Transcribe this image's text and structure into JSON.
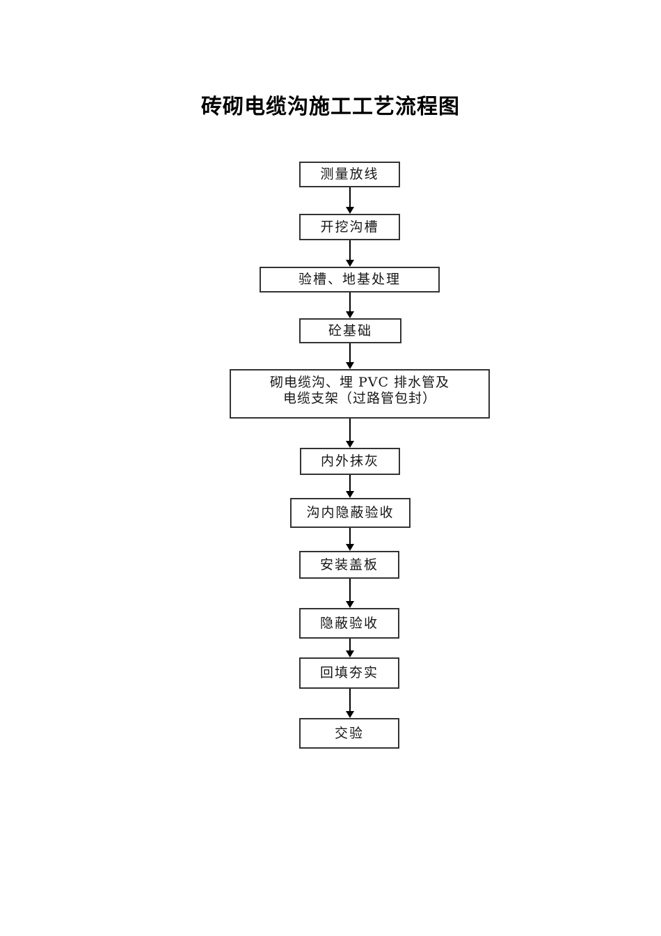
{
  "title": "砖砌电缆沟施工工艺流程图",
  "flowchart": {
    "steps": [
      {
        "label": "测量放线"
      },
      {
        "label": "开挖沟槽"
      },
      {
        "label": "验槽、地基处理"
      },
      {
        "label": "砼基础"
      },
      {
        "label": "砌电缆沟、埋 PVC 排水管及",
        "label2": "电缆支架（过路管包封）"
      },
      {
        "label": "内外抹灰"
      },
      {
        "label": "沟内隐蔽验收"
      },
      {
        "label": "安装盖板"
      },
      {
        "label": "隐蔽验收"
      },
      {
        "label": "回填夯实"
      },
      {
        "label": "交验"
      }
    ],
    "colors": {
      "box_border": "#333333",
      "connector": "#000000",
      "background": "#ffffff",
      "text": "#161616"
    }
  }
}
